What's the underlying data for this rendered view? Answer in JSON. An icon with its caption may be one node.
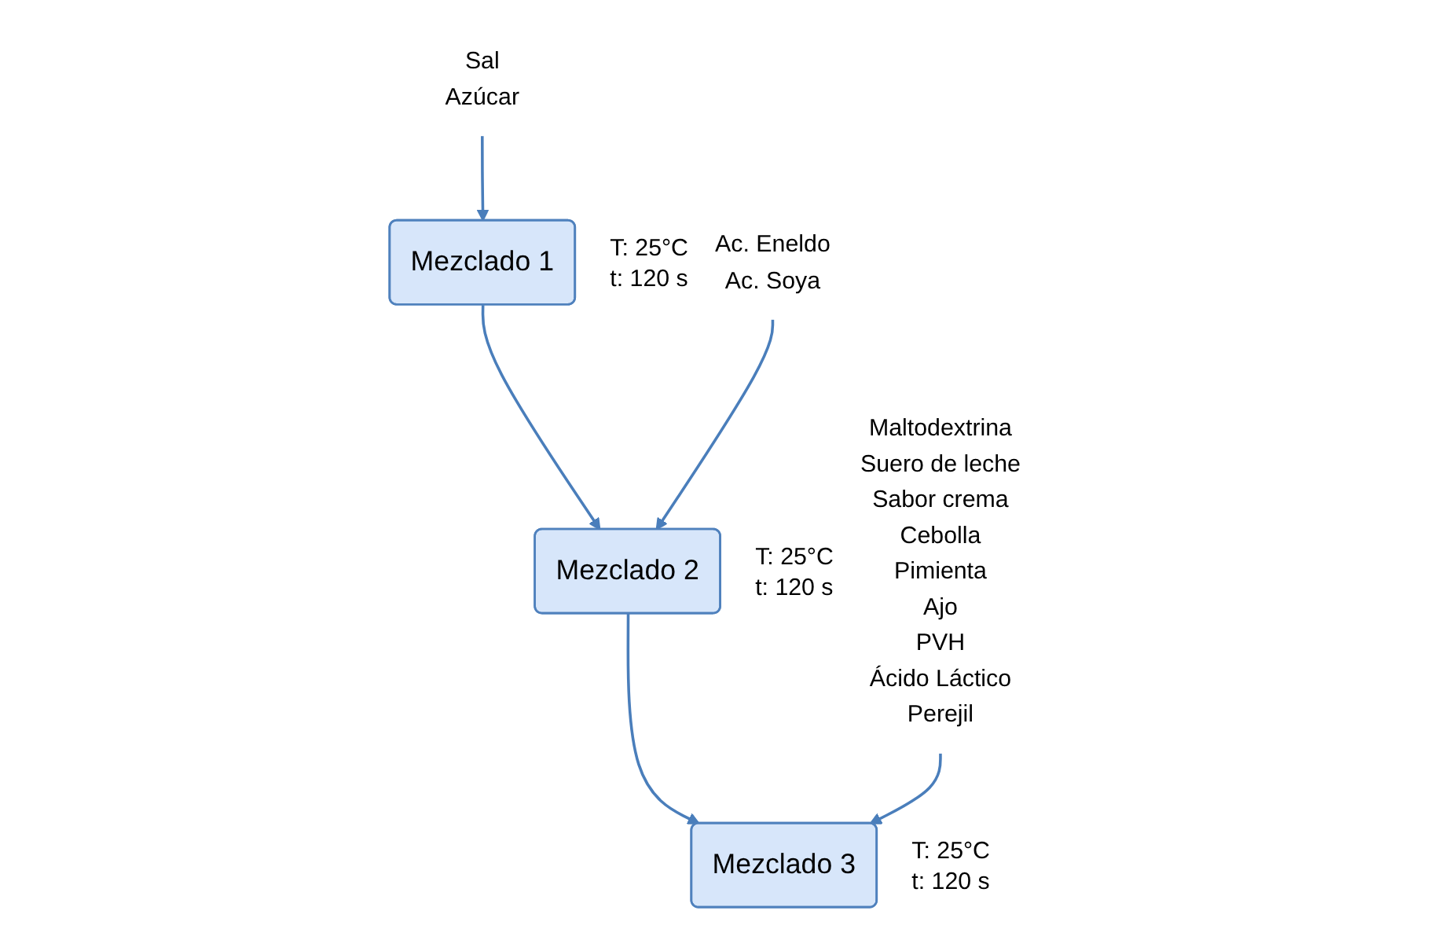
{
  "diagram": {
    "nodes": [
      {
        "text": [
          "Sal",
          "Azúcar"
        ]
      },
      {
        "text": [
          "Mezclado 1"
        ],
        "beside": [
          "T: 25°C",
          "t: 120 s"
        ]
      },
      {
        "text": [
          "Ac. Eneldo",
          "Ac. Soya"
        ]
      },
      {
        "text": [
          "Mezclado 2"
        ],
        "beside": [
          "T: 25°C",
          "t: 120 s"
        ]
      },
      {
        "text": [
          "Maltodextrina",
          "Suero de leche",
          "Sabor crema",
          "Cebolla",
          "Pimienta",
          "Ajo",
          "PVH",
          "Ácido Láctico",
          "Perejil"
        ]
      },
      {
        "text": [
          "Mezclado 3"
        ],
        "beside": [
          "T: 25°C",
          "t: 120 s"
        ]
      }
    ],
    "edges": [
      {
        "from": 0,
        "to": 1,
        "arrow": "to"
      },
      {
        "from": 1,
        "to": 3,
        "arrow": "to"
      },
      {
        "from": 2,
        "to": 3,
        "arrow": "to"
      },
      {
        "from": 3,
        "to": 5,
        "arrow": "to"
      },
      {
        "from": 4,
        "to": 5,
        "arrow": "to"
      }
    ]
  }
}
